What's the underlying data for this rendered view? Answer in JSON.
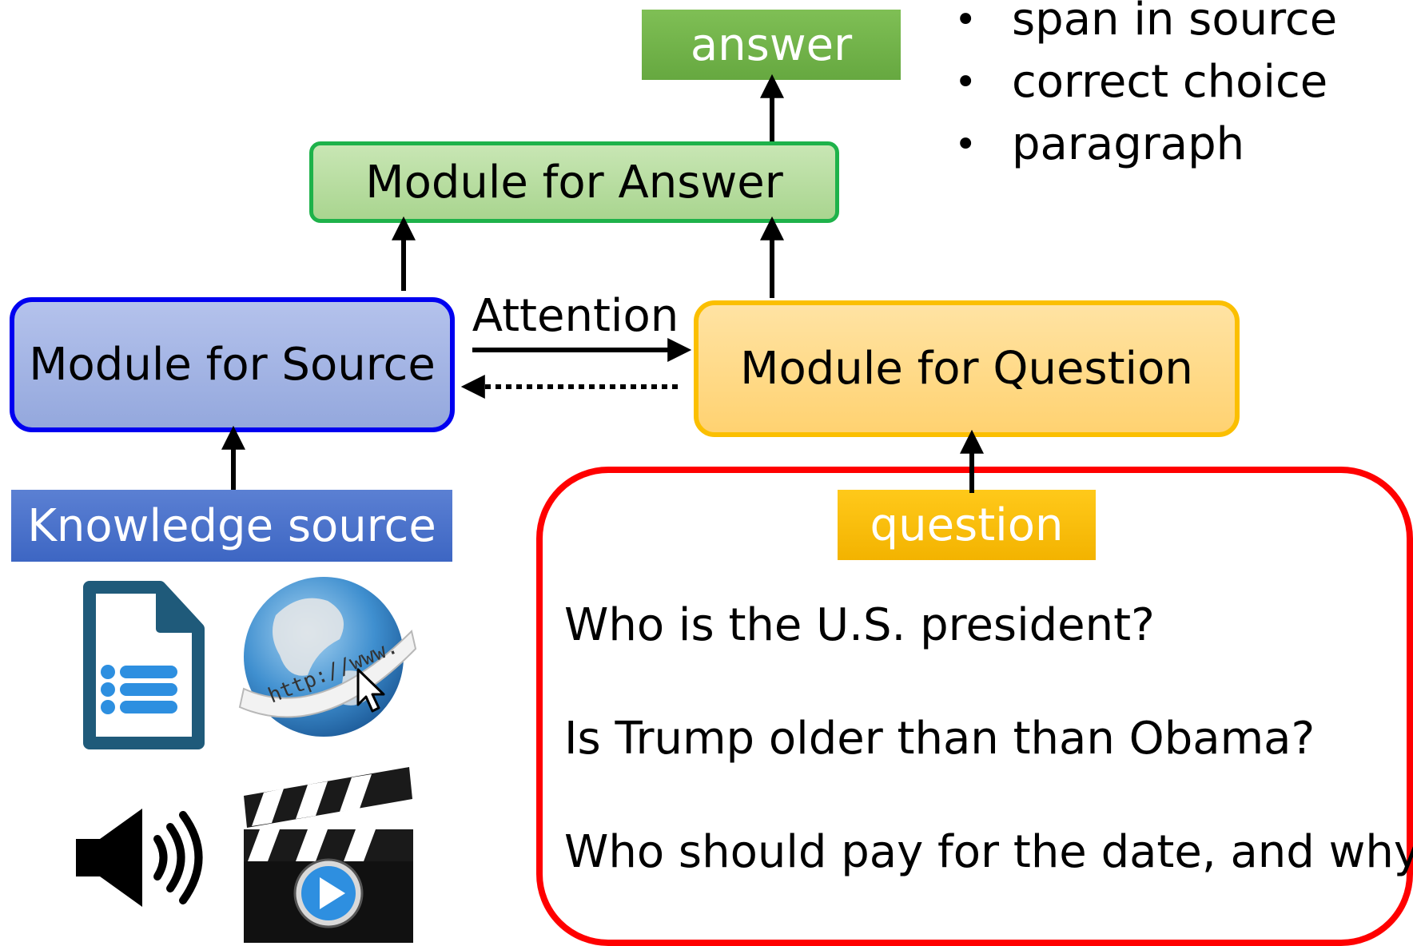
{
  "answer_label": "answer",
  "answer_types": [
    "span in source",
    "correct choice",
    "paragraph"
  ],
  "modules": {
    "answer": "Module for Answer",
    "source": "Module for Source",
    "question": "Module for Question"
  },
  "attention_label": "Attention",
  "knowledge_source_label": "Knowledge source",
  "question_label": "question",
  "example_questions": [
    "Who is the U.S. president?",
    "Is Trump older than than Obama?",
    "Who should pay for the date, and why?"
  ],
  "source_icons": [
    "document-icon",
    "web-globe-icon",
    "audio-speaker-icon",
    "video-clapperboard-icon"
  ],
  "colors": {
    "answer_green": "#70ad47",
    "module_answer_border": "#1eb24a",
    "module_source_border": "#0000f0",
    "module_question_border": "#fbbf00",
    "knowledge_blue": "#4472c4",
    "question_orange": "#ffc000",
    "panel_red": "#ff0000"
  }
}
